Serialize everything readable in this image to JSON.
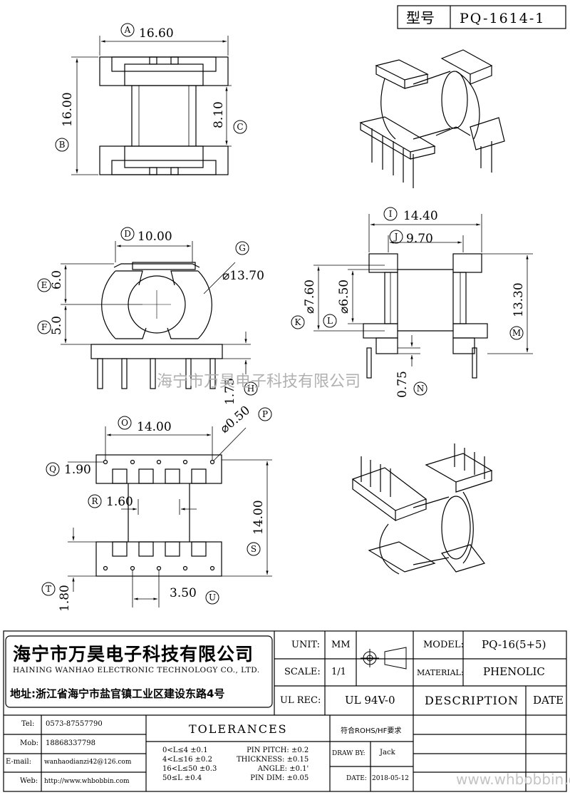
{
  "model_box": {
    "label": "型号",
    "value": "PQ-1614-1"
  },
  "watermark": "海宁市万昊电子科技有限公司",
  "watermark_url": "www.whbobbin.com",
  "dimensions": {
    "A": "16.60",
    "B": "16.00",
    "C": "8.10",
    "D": "10.00",
    "E": "6.0",
    "F": "5.0",
    "G": "⌀13.70",
    "H": "1.75",
    "I": "14.40",
    "J": "9.70",
    "K": "⌀7.60",
    "L": "⌀6.50",
    "M": "13.30",
    "N": "0.75",
    "O": "14.00",
    "P": "⌀0.50",
    "Q": "1.90",
    "R": "1.60",
    "S": "14.00",
    "T": "1.80",
    "U": "3.50"
  },
  "letters": [
    "A",
    "B",
    "C",
    "D",
    "E",
    "F",
    "G",
    "H",
    "I",
    "J",
    "K",
    "L",
    "M",
    "N",
    "O",
    "P",
    "Q",
    "R",
    "S",
    "T",
    "U"
  ],
  "company": {
    "name_cn": "海宁市万昊电子科技有限公司",
    "name_en": "HAINING WANHAO ELECTRONIC TECHNOLOGY CO., LTD.",
    "address": "地址:浙江省海宁市盐官镇工业区建设东路4号"
  },
  "title_block": {
    "unit_label": "UNIT:",
    "unit_value": "MM",
    "scale_label": "SCALE:",
    "scale_value": "1/1",
    "model_label": "MODEL:",
    "model_value": "PQ-16(5+5)",
    "material_label": "MATERIAL:",
    "material_value": "PHENOLIC",
    "ulrec_label": "UL REC:",
    "ulrec_value": "UL 94V-0",
    "description_label": "DESCRIPTION",
    "date_label": "DATE",
    "tolerances_label": "TOLERANCES",
    "rohs": "符合ROHS/HF要求",
    "drawby_label": "DRAW BY:",
    "drawby_value": "Jack",
    "date_field_label": "DATE:",
    "date_value": "2018-05-12"
  },
  "contacts": [
    {
      "label": "Tel:",
      "value": "0573-87557790"
    },
    {
      "label": "Mob:",
      "value": "18868337798"
    },
    {
      "label": "E-mail:",
      "value": "wanhaodianzi42@126.com"
    },
    {
      "label": "Web:",
      "value": "http://www.whbobbin.com"
    }
  ],
  "tolerances": {
    "ranges": [
      "0<L≤4 ±0.1",
      "4<L≤16 ±0.2",
      "16<L≤50 ±0.3",
      "50≤L ±0.4"
    ],
    "specs": [
      "PIN PITCH: ±0.2",
      "THICKNESS: ±0.15",
      "ANGLE: ±0.1'",
      "PIN DIM: ±0.05"
    ]
  }
}
